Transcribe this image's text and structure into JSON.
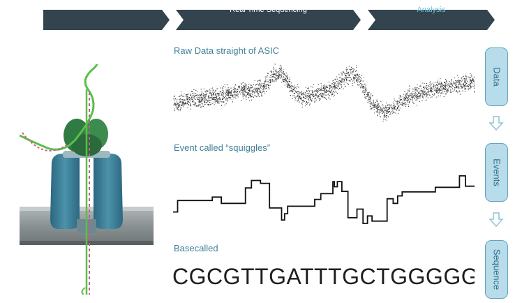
{
  "stages": [
    {
      "label": "",
      "color": "#ffffff"
    },
    {
      "label": "Real Time Sequencing",
      "color": "#ffffff"
    },
    {
      "label": "Analysis",
      "color": "#6ec7e0"
    }
  ],
  "sections": {
    "raw": "Raw Data straight of ASIC",
    "events": "Event called “squiggles”",
    "basecalled": "Basecalled"
  },
  "sequence": "CGCGTTGATTTGCTGGGGGCAGGGG",
  "side_labels": [
    "Data",
    "Events",
    "Sequence"
  ],
  "colors": {
    "bar": "#33444f",
    "accent": "#3f7f96",
    "pill": "#b8dcea",
    "pill_border": "#5fa5bf",
    "protein": "#3f7e96",
    "membrane": "#8e9597",
    "dna": "#5bbf4a"
  },
  "icons": {
    "flow_arrow": "down-arrow-icon",
    "pore": "nanopore-illustration"
  },
  "chart_data": {
    "type": "line",
    "title": "Event called “squiggles”",
    "xlabel": "",
    "ylabel": "",
    "ylim": [
      0,
      100
    ],
    "raw_trend": [
      {
        "x": 0,
        "y": 36
      },
      {
        "x": 5,
        "y": 44
      },
      {
        "x": 10,
        "y": 46
      },
      {
        "x": 15,
        "y": 50
      },
      {
        "x": 19,
        "y": 54
      },
      {
        "x": 22,
        "y": 60
      },
      {
        "x": 26,
        "y": 58
      },
      {
        "x": 30,
        "y": 66
      },
      {
        "x": 33,
        "y": 86
      },
      {
        "x": 36,
        "y": 90
      },
      {
        "x": 39,
        "y": 66
      },
      {
        "x": 42,
        "y": 48
      },
      {
        "x": 45,
        "y": 50
      },
      {
        "x": 48,
        "y": 56
      },
      {
        "x": 52,
        "y": 60
      },
      {
        "x": 55,
        "y": 72
      },
      {
        "x": 58,
        "y": 86
      },
      {
        "x": 61,
        "y": 84
      },
      {
        "x": 64,
        "y": 56
      },
      {
        "x": 67,
        "y": 32
      },
      {
        "x": 70,
        "y": 22
      },
      {
        "x": 73,
        "y": 28
      },
      {
        "x": 77,
        "y": 46
      },
      {
        "x": 81,
        "y": 54
      },
      {
        "x": 85,
        "y": 60
      },
      {
        "x": 89,
        "y": 64
      },
      {
        "x": 93,
        "y": 68
      },
      {
        "x": 97,
        "y": 72
      },
      {
        "x": 100,
        "y": 74
      }
    ],
    "series": [
      {
        "values": [
          {
            "x": 0,
            "y": 20
          },
          {
            "x": 1.5,
            "y": 20
          },
          {
            "x": 1.5,
            "y": 40
          },
          {
            "x": 13,
            "y": 40
          },
          {
            "x": 13,
            "y": 46
          },
          {
            "x": 16,
            "y": 46
          },
          {
            "x": 16,
            "y": 35
          },
          {
            "x": 24,
            "y": 35
          },
          {
            "x": 24,
            "y": 62
          },
          {
            "x": 26,
            "y": 62
          },
          {
            "x": 26,
            "y": 75
          },
          {
            "x": 29,
            "y": 75
          },
          {
            "x": 29,
            "y": 70
          },
          {
            "x": 32,
            "y": 70
          },
          {
            "x": 32,
            "y": 27
          },
          {
            "x": 36,
            "y": 27
          },
          {
            "x": 36,
            "y": 6
          },
          {
            "x": 37,
            "y": 6
          },
          {
            "x": 37,
            "y": 17
          },
          {
            "x": 38,
            "y": 17
          },
          {
            "x": 38,
            "y": 30
          },
          {
            "x": 47,
            "y": 30
          },
          {
            "x": 47,
            "y": 42
          },
          {
            "x": 49,
            "y": 42
          },
          {
            "x": 49,
            "y": 52
          },
          {
            "x": 53,
            "y": 52
          },
          {
            "x": 53,
            "y": 73
          },
          {
            "x": 53.5,
            "y": 73
          },
          {
            "x": 53.5,
            "y": 64
          },
          {
            "x": 54.5,
            "y": 64
          },
          {
            "x": 54.5,
            "y": 73
          },
          {
            "x": 56,
            "y": 73
          },
          {
            "x": 56,
            "y": 56
          },
          {
            "x": 58,
            "y": 56
          },
          {
            "x": 58,
            "y": 10
          },
          {
            "x": 61,
            "y": 10
          },
          {
            "x": 61,
            "y": 25
          },
          {
            "x": 63,
            "y": 25
          },
          {
            "x": 63,
            "y": 0
          },
          {
            "x": 64.5,
            "y": 0
          },
          {
            "x": 64.5,
            "y": 13
          },
          {
            "x": 66,
            "y": 13
          },
          {
            "x": 66,
            "y": 4
          },
          {
            "x": 71,
            "y": 4
          },
          {
            "x": 71,
            "y": 43
          },
          {
            "x": 73,
            "y": 43
          },
          {
            "x": 73,
            "y": 35
          },
          {
            "x": 74.5,
            "y": 35
          },
          {
            "x": 74.5,
            "y": 48
          },
          {
            "x": 76,
            "y": 48
          },
          {
            "x": 76,
            "y": 55
          },
          {
            "x": 87,
            "y": 55
          },
          {
            "x": 87,
            "y": 63
          },
          {
            "x": 95,
            "y": 63
          },
          {
            "x": 95,
            "y": 83
          },
          {
            "x": 97,
            "y": 83
          },
          {
            "x": 97,
            "y": 65
          },
          {
            "x": 100,
            "y": 65
          }
        ]
      }
    ]
  }
}
